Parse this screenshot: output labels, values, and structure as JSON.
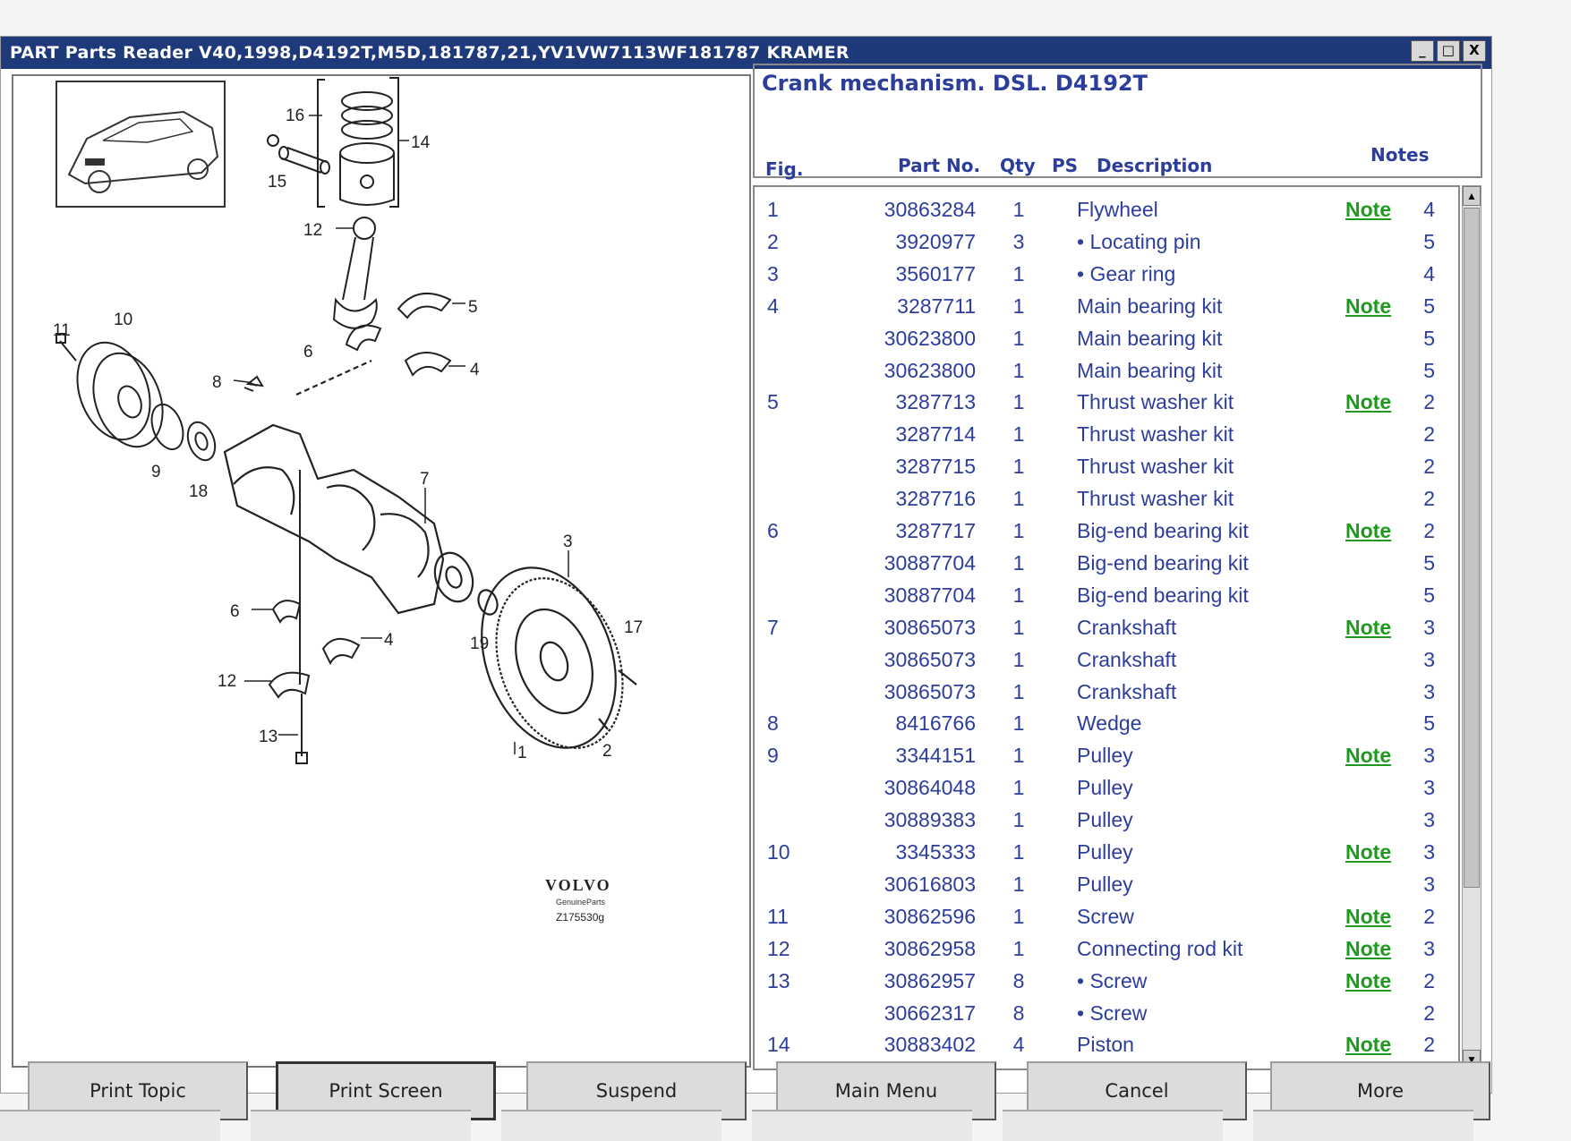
{
  "window": {
    "title": "PART Parts Reader V40,1998,D4192T,M5D,181787,21,YV1VW7113WF181787 KRAMER",
    "controls": [
      "_",
      "□",
      "X"
    ]
  },
  "diagram": {
    "brand": "VOLVO",
    "brand_sub": "GenuineParts",
    "code": "Z175530g",
    "callouts": [
      "1",
      "2",
      "3",
      "4",
      "4",
      "5",
      "6",
      "6",
      "7",
      "8",
      "9",
      "10",
      "11",
      "12",
      "12",
      "13",
      "14",
      "15",
      "16",
      "17",
      "18",
      "19"
    ]
  },
  "parts": {
    "title": "Crank mechanism. DSL. D4192T",
    "headers": {
      "fig": "Fig.",
      "part": "Part No.",
      "qty": "Qty",
      "ps": "PS",
      "desc": "Description",
      "notes": "Notes"
    },
    "rows": [
      {
        "fig": "1",
        "part": "30863284",
        "qty": "1",
        "desc": "Flywheel",
        "note": "Note",
        "ps": "4"
      },
      {
        "fig": "2",
        "part": "3920977",
        "qty": "3",
        "desc": "• Locating pin",
        "note": "",
        "ps": "5"
      },
      {
        "fig": "3",
        "part": "3560177",
        "qty": "1",
        "desc": "• Gear ring",
        "note": "",
        "ps": "4"
      },
      {
        "fig": "4",
        "part": "3287711",
        "qty": "1",
        "desc": "Main bearing kit",
        "note": "Note",
        "ps": "5"
      },
      {
        "fig": "",
        "part": "30623800",
        "qty": "1",
        "desc": "Main bearing kit",
        "note": "",
        "ps": "5"
      },
      {
        "fig": "",
        "part": "30623800",
        "qty": "1",
        "desc": "Main bearing kit",
        "note": "",
        "ps": "5"
      },
      {
        "fig": "5",
        "part": "3287713",
        "qty": "1",
        "desc": "Thrust washer kit",
        "note": "Note",
        "ps": "2"
      },
      {
        "fig": "",
        "part": "3287714",
        "qty": "1",
        "desc": "Thrust washer kit",
        "note": "",
        "ps": "2"
      },
      {
        "fig": "",
        "part": "3287715",
        "qty": "1",
        "desc": "Thrust washer kit",
        "note": "",
        "ps": "2"
      },
      {
        "fig": "",
        "part": "3287716",
        "qty": "1",
        "desc": "Thrust washer kit",
        "note": "",
        "ps": "2"
      },
      {
        "fig": "6",
        "part": "3287717",
        "qty": "1",
        "desc": "Big-end bearing kit",
        "note": "Note",
        "ps": "2"
      },
      {
        "fig": "",
        "part": "30887704",
        "qty": "1",
        "desc": "Big-end bearing kit",
        "note": "",
        "ps": "5"
      },
      {
        "fig": "",
        "part": "30887704",
        "qty": "1",
        "desc": "Big-end bearing kit",
        "note": "",
        "ps": "5"
      },
      {
        "fig": "7",
        "part": "30865073",
        "qty": "1",
        "desc": "Crankshaft",
        "note": "Note",
        "ps": "3"
      },
      {
        "fig": "",
        "part": "30865073",
        "qty": "1",
        "desc": "Crankshaft",
        "note": "",
        "ps": "3"
      },
      {
        "fig": "",
        "part": "30865073",
        "qty": "1",
        "desc": "Crankshaft",
        "note": "",
        "ps": "3"
      },
      {
        "fig": "8",
        "part": "8416766",
        "qty": "1",
        "desc": "Wedge",
        "note": "",
        "ps": "5"
      },
      {
        "fig": "9",
        "part": "3344151",
        "qty": "1",
        "desc": "Pulley",
        "note": "Note",
        "ps": "3"
      },
      {
        "fig": "",
        "part": "30864048",
        "qty": "1",
        "desc": "Pulley",
        "note": "",
        "ps": "3"
      },
      {
        "fig": "",
        "part": "30889383",
        "qty": "1",
        "desc": "Pulley",
        "note": "",
        "ps": "3"
      },
      {
        "fig": "10",
        "part": "3345333",
        "qty": "1",
        "desc": "Pulley",
        "note": "Note",
        "ps": "3"
      },
      {
        "fig": "",
        "part": "30616803",
        "qty": "1",
        "desc": "Pulley",
        "note": "",
        "ps": "3"
      },
      {
        "fig": "11",
        "part": "30862596",
        "qty": "1",
        "desc": "Screw",
        "note": "Note",
        "ps": "2"
      },
      {
        "fig": "12",
        "part": "30862958",
        "qty": "1",
        "desc": "Connecting rod kit",
        "note": "Note",
        "ps": "3"
      },
      {
        "fig": "13",
        "part": "30862957",
        "qty": "8",
        "desc": "• Screw",
        "note": "Note",
        "ps": "2"
      },
      {
        "fig": "",
        "part": "30662317",
        "qty": "8",
        "desc": "• Screw",
        "note": "",
        "ps": "2"
      },
      {
        "fig": "14",
        "part": "30883402",
        "qty": "4",
        "desc": "Piston",
        "note": "Note",
        "ps": "2"
      }
    ]
  },
  "buttons": {
    "print_topic": "Print Topic",
    "print_screen": "Print Screen",
    "suspend": "Suspend",
    "main_menu": "Main Menu",
    "cancel": "Cancel",
    "more": "More"
  },
  "colors": {
    "title_bar": "#1f3a7a",
    "text_blue": "#2c3d9c",
    "note_green": "#1e9b1e"
  }
}
